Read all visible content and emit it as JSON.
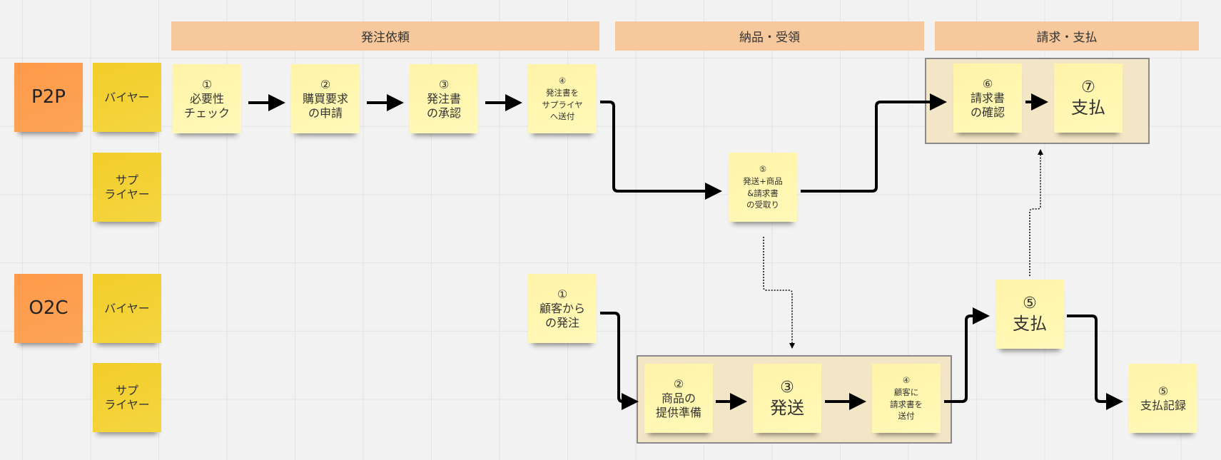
{
  "phases": [
    {
      "label": "発注依頼"
    },
    {
      "label": "納品・受領"
    },
    {
      "label": "請求・支払"
    }
  ],
  "processes": {
    "p2p": {
      "title": "P2P",
      "roles": [
        "バイヤー",
        "サプ\nライヤー"
      ],
      "steps": [
        {
          "num": "①",
          "label": "必要性\nチェック"
        },
        {
          "num": "②",
          "label": "購買要求\nの申請"
        },
        {
          "num": "③",
          "label": "発注書\nの承認"
        },
        {
          "num": "④",
          "label": "発注書を\nサプライヤ\nへ送付"
        },
        {
          "num": "⑤",
          "label": "発送+商品\n&請求書\nの受取り"
        },
        {
          "num": "⑥",
          "label": "請求書\nの確認"
        },
        {
          "num": "⑦",
          "label": "支払"
        }
      ]
    },
    "o2c": {
      "title": "O2C",
      "roles": [
        "バイヤー",
        "サプ\nライヤー"
      ],
      "steps": [
        {
          "num": "①",
          "label": "顧客から\nの発注"
        },
        {
          "num": "②",
          "label": "商品の\n提供準備"
        },
        {
          "num": "③",
          "label": "発送"
        },
        {
          "num": "④",
          "label": "顧客に\n請求書を\n送付"
        },
        {
          "num": "⑤",
          "label": "支払"
        },
        {
          "num": "⑤",
          "label": "支払記録"
        }
      ]
    }
  },
  "colors": {
    "process_note": "#fca04f",
    "role_note": "#f3d135",
    "step_note": "#fff6b0",
    "phase_bar": "#f7c89b",
    "group_box": "#f2e6c6"
  }
}
